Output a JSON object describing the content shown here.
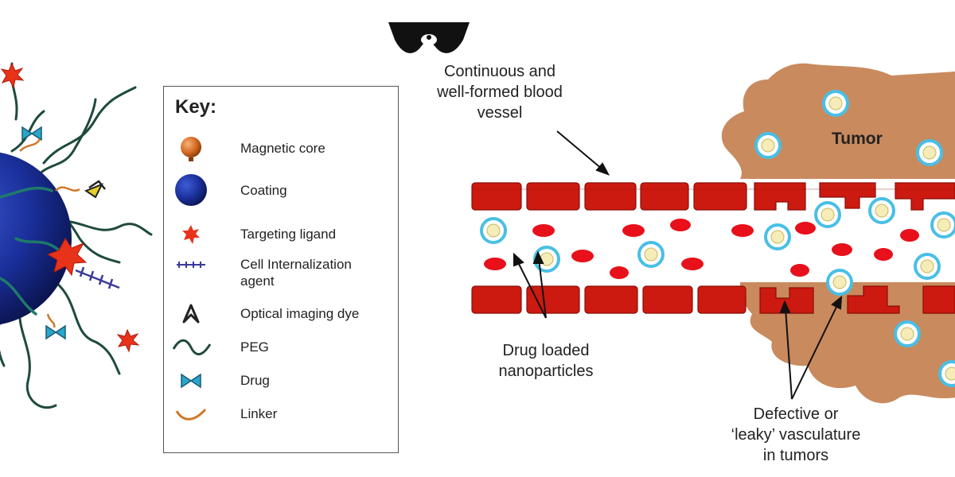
{
  "key": {
    "title": "Key:",
    "items": [
      {
        "label": "Magnetic core",
        "icon": "magnetic-core-icon"
      },
      {
        "label": "Coating",
        "icon": "coating-sphere-icon"
      },
      {
        "label": "Targeting ligand",
        "icon": "targeting-ligand-icon"
      },
      {
        "label": "Cell Internalization\nagent",
        "icon": "internalization-agent-icon"
      },
      {
        "label": "Optical imaging dye",
        "icon": "imaging-dye-icon"
      },
      {
        "label": "PEG",
        "icon": "peg-chain-icon"
      },
      {
        "label": "Drug",
        "icon": "drug-bowtie-icon"
      },
      {
        "label": "Linker",
        "icon": "linker-icon"
      }
    ]
  },
  "annotations": {
    "vessel": "Continuous and\nwell-formed blood\nvessel",
    "nanoparticles": "Drug loaded\nnanoparticles",
    "leaky": "Defective or\n‘leaky’ vasculature\nin tumors",
    "tumor": "Tumor"
  },
  "colors": {
    "vessel_red": "#cc1a10",
    "rbc_red": "#e8101a",
    "tumor_tan": "#c98a5e",
    "coating_blue": "#1a2f9a",
    "peg_green": "#1e4a3c",
    "np_ring": "#49bfe6",
    "np_core": "#f6ecb8"
  }
}
